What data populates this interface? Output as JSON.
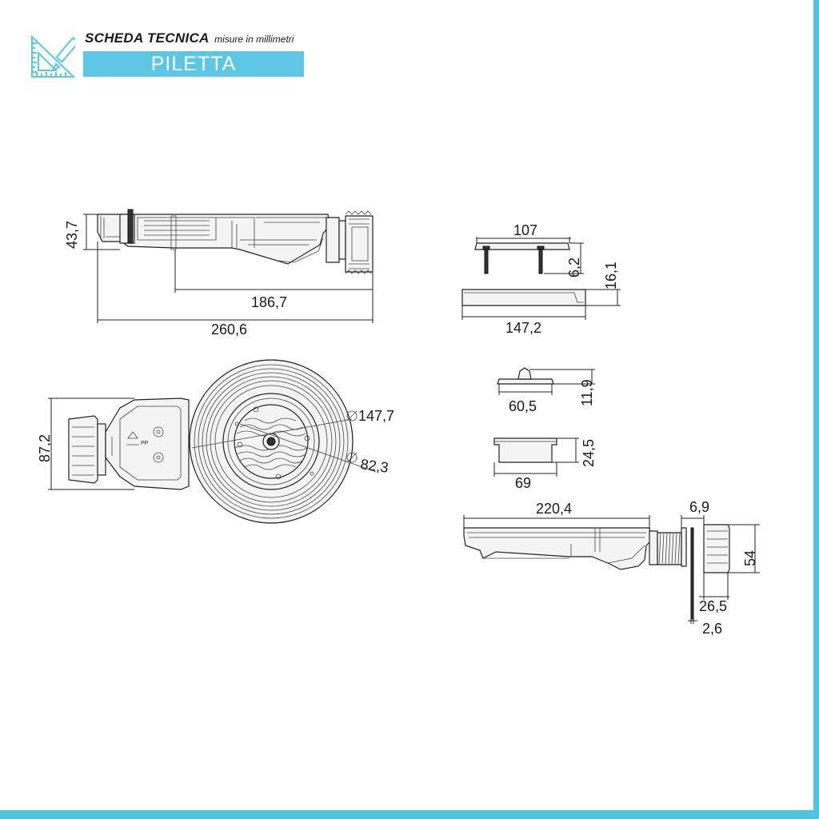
{
  "header": {
    "title": "SCHEDA TECNICA",
    "subtitle": "misure in millimetri",
    "product": "PILETTA"
  },
  "colors": {
    "accent": "#5cc6e3",
    "frame": "#4fc3e0"
  },
  "icons": {
    "header": "ruler-pencil-icon",
    "recycle": "recycle-icon"
  },
  "dimensions": {
    "side_height": "43,7",
    "side_inner_length": "186,7",
    "side_total_length": "260,6",
    "cap_width": "107",
    "cap_pin": "6,2",
    "cover_height": "16,1",
    "cover_width": "147,2",
    "top_height": "87,2",
    "outer_diameter": "147,7",
    "inner_diameter": "82,3",
    "disk_width": "60,5",
    "disk_height": "11,9",
    "cup_width": "69",
    "cup_height": "24,5",
    "body_length": "220,4",
    "gasket_thickness": "6,9",
    "outlet_height": "54",
    "nut_length": "26,5",
    "washer_thickness": "2,6"
  }
}
